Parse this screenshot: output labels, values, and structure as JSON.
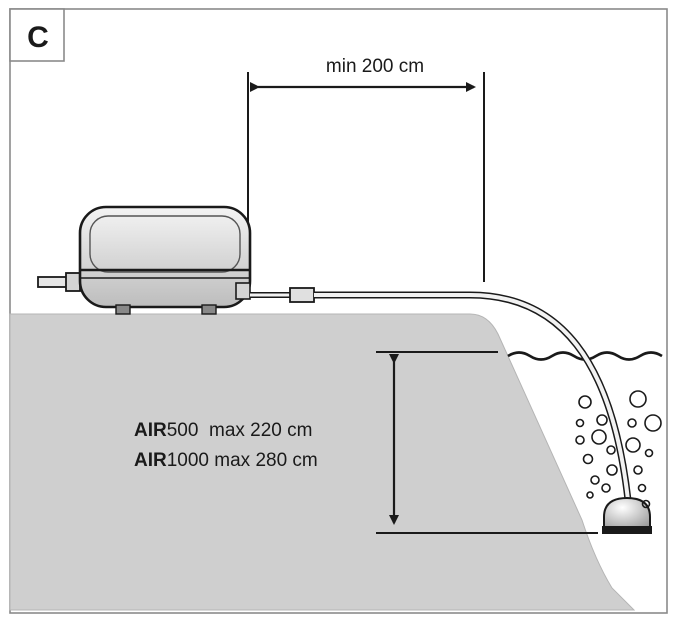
{
  "panel": {
    "label": "C"
  },
  "distance": {
    "label": "min 200 cm"
  },
  "specs": [
    {
      "model": "AIR",
      "suffix": "500  max 220 cm"
    },
    {
      "model": "AIR",
      "suffix": "1000 max 280 cm"
    }
  ],
  "colors": {
    "ground": "#cfcfcf",
    "line": "#1a1a1a",
    "frame": "#8a8a8a"
  },
  "icons": [
    "air-pump-icon",
    "air-hose-icon",
    "air-stone-icon",
    "bubbles-icon",
    "water-surface-icon"
  ]
}
